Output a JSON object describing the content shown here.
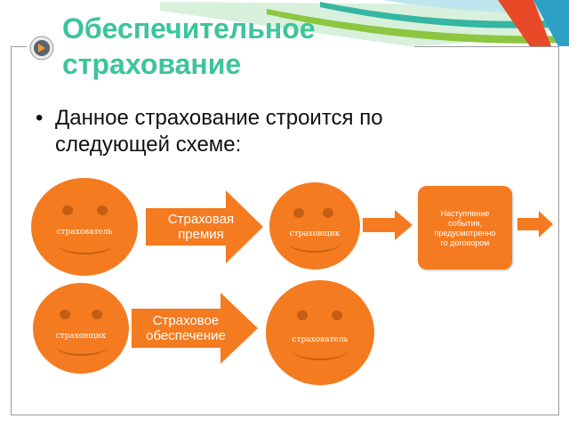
{
  "slide": {
    "title_line1": "Обеспечительное",
    "title_line2": "страхование",
    "bullet_line1": "Данное страхование строится по",
    "bullet_line2": "следующей схеме:",
    "bullet_marker": "•"
  },
  "diagram": {
    "row1": {
      "circle1": "страхователь",
      "arrow1_line1": "Страховая",
      "arrow1_line2": "премия",
      "circle2": "страховщик",
      "event_line1": "Наступление",
      "event_line2": "события,",
      "event_line3": "предусмотренно",
      "event_line4": "го договором"
    },
    "row2": {
      "circle1": "страховщик",
      "arrow1_line1": "Страховое",
      "arrow1_line2": "обеспечение",
      "circle2": "страхователь"
    }
  },
  "colors": {
    "accent_orange": "#f47b20",
    "face_detail": "#c45e14",
    "title_green": "#3cc59a",
    "swoosh_green": "#8dc63f",
    "swoosh_teal": "#35b6a3"
  }
}
